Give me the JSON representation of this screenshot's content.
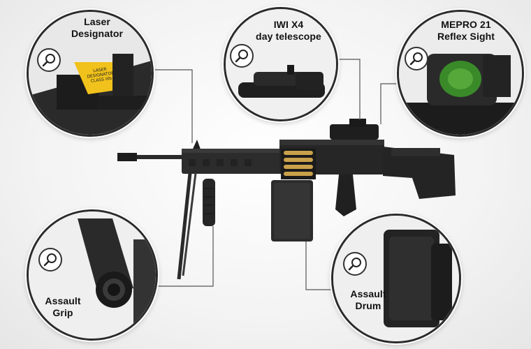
{
  "callouts": {
    "laser": {
      "line1": "Laser",
      "line2": "Designator",
      "device_text": [
        "LASER",
        "DESIGNATOR",
        "CLASS IIIb"
      ]
    },
    "telescope": {
      "line1": "IWI X4",
      "line2": "day telescope"
    },
    "reflex": {
      "line1": "MEPRO 21",
      "line2": "Reflex Sight"
    },
    "grip": {
      "line1": "Assault",
      "line2": "Grip"
    },
    "drum": {
      "line1": "Assault",
      "line2": "Drum"
    }
  },
  "icons": {
    "magnifier": "magnifier-icon"
  },
  "colors": {
    "background": "#f3f3f3",
    "weapon_dark": "#1c1c1c",
    "weapon_mid": "#2e2e2e",
    "ammo_brass": "#c9a14a",
    "laser_yellow": "#f1c21b",
    "reflex_glass": "#3a8a2a",
    "leader_line": "#555555"
  }
}
